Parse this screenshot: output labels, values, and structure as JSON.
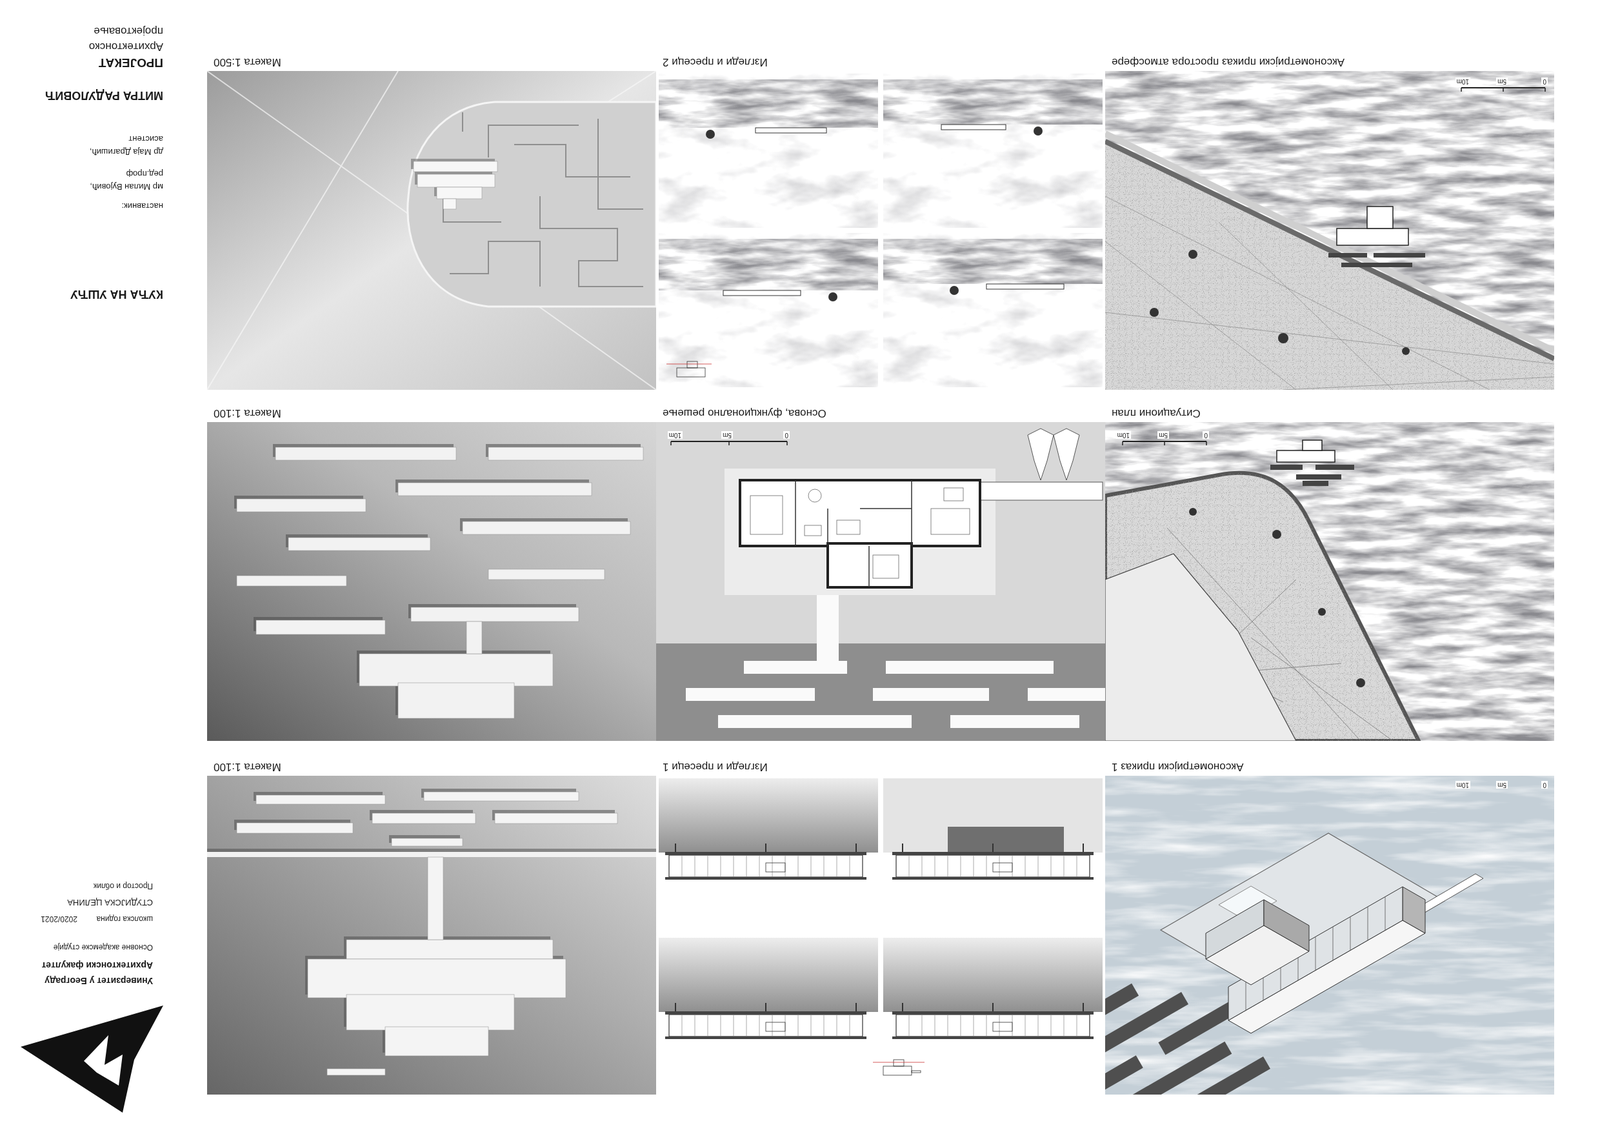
{
  "diagram": {
    "title": "КУЋА НА УШЋУ",
    "nodes": [
      {
        "text": [
          "Аксонометријски приказ 1"
        ]
      },
      {
        "text": [
          "Изгледи и пресеци 1"
        ]
      },
      {
        "text": [
          "Макета 1:100"
        ]
      },
      {
        "text": [
          "Ситуациони план"
        ]
      },
      {
        "text": [
          "Основа, функционално решење"
        ]
      },
      {
        "text": [
          "Макета 1:100"
        ]
      },
      {
        "text": [
          "Аксонометријски приказ простора атмосфере"
        ]
      },
      {
        "text": [
          "Изгледи и пресеци 2"
        ]
      },
      {
        "text": [
          "Макета 1:500"
        ]
      }
    ],
    "labels": [
      "Универзитет у Београду",
      "Архитектонски факултет",
      "Основне академске студије",
      "школска година",
      "2020/2021",
      "СТУДИЈСКА ЦЕЛИНА",
      "Простор и облик",
      "наставник:",
      "мр Милан Вујовић,",
      "ред.проф",
      "др Маја Драгишић,",
      "асистент",
      "МИТРА РАДУЛОВИЋ",
      "ПРОЈЕКАТ",
      "Архитектонско",
      "пројектовање",
      "0",
      "5m",
      "10m",
      "0",
      "5m",
      "10m",
      "0",
      "5m",
      "10m",
      "0",
      "5m",
      "10m"
    ]
  }
}
